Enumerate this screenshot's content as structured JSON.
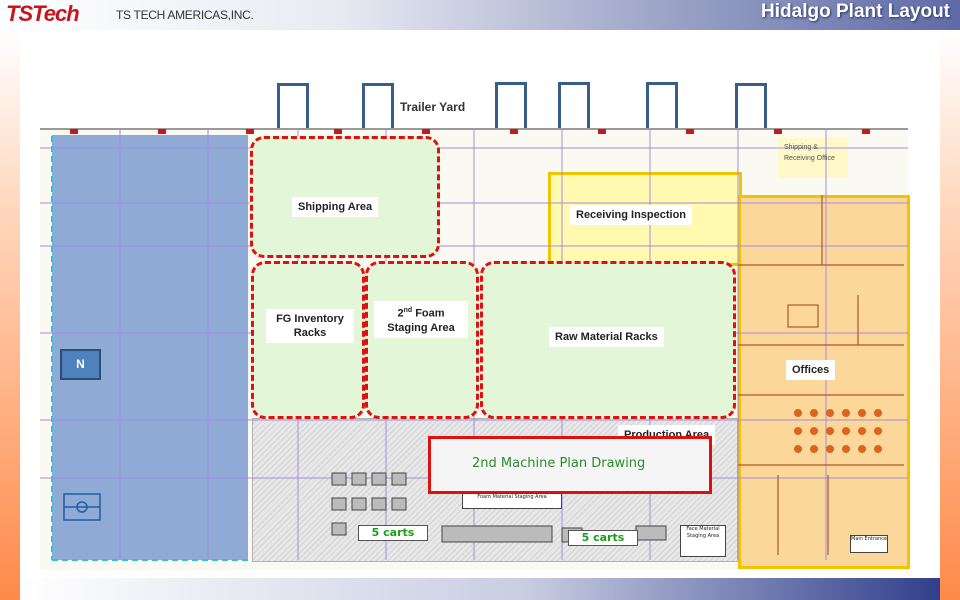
{
  "header": {
    "logo_mark": "TSTech",
    "logo_text": "TS TECH AMERICAS,INC.",
    "title": "Hidalgo Plant Layout"
  },
  "colors": {
    "dock_door_border": "#385d8a",
    "zone_dashed_border": "#e01010",
    "zone_fill": "#e4f6d8",
    "highlight_border": "#f2c400",
    "warehouse_fill": "#8faad4"
  },
  "layout": {
    "trailer_yard": "Trailer Yard",
    "shipping_area": "Shipping Area",
    "receiving_inspection": "Receiving Inspection",
    "fg_inventory_racks": "FG Inventory Racks",
    "foam_staging": {
      "ordinal": "2",
      "superscript": "nd",
      "rest": " Foam Staging Area"
    },
    "raw_material_racks": "Raw Material Racks",
    "offices": "Offices",
    "production_area": "Production Area",
    "north_marker": "N",
    "shipping_receiving_office": "Shipping & Receiving Office",
    "machine_plan": "2nd Machine Plan Drawing",
    "carts_left": "5 carts",
    "carts_right": "5 carts",
    "foam_material_staging": "Foam Material Staging Area",
    "face_material_staging": "Face Material Staging Area",
    "main_entrance": "Main Entrance"
  },
  "dock_doors_count": 6
}
